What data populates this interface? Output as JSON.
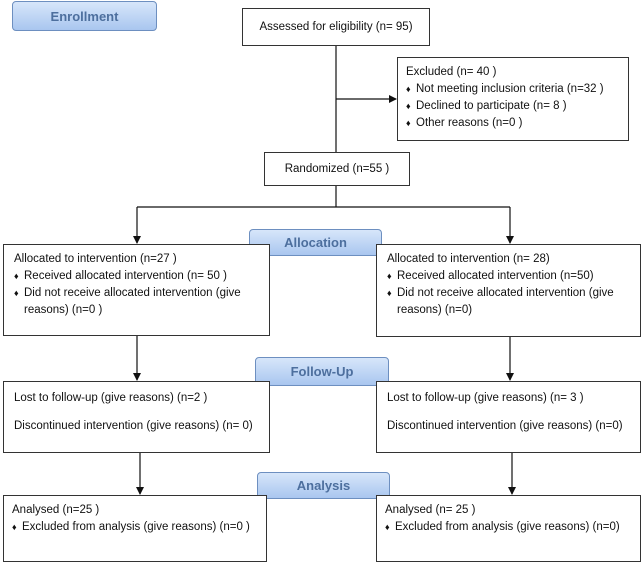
{
  "stages": {
    "enrollment": "Enrollment",
    "allocation": "Allocation",
    "followup": "Follow-Up",
    "analysis": "Analysis"
  },
  "assessed": "Assessed for eligibility (n= 95)",
  "excluded": {
    "title": "Excluded  (n= 40  )",
    "items": [
      "Not meeting inclusion criteria (n=32  )",
      "Declined to participate (n= 8 )",
      "Other reasons (n=0  )"
    ]
  },
  "randomized": "Randomized (n=55 )",
  "left": {
    "allocation": {
      "title": "Allocated to intervention (n=27  )",
      "items": [
        "Received allocated intervention (n= 50 )",
        "Did not receive allocated intervention (give reasons) (n=0  )"
      ]
    },
    "followup": {
      "lost": "Lost to follow-up (give reasons) (n=2  )",
      "discontinued": "Discontinued intervention (give reasons) (n= 0)"
    },
    "analysis": {
      "title": "Analysed  (n=25  )",
      "items": [
        "Excluded from analysis (give reasons) (n=0 )"
      ]
    }
  },
  "right": {
    "allocation": {
      "title": "Allocated to intervention (n=  28)",
      "items": [
        "Received allocated intervention (n=50)",
        "Did not receive allocated intervention (give reasons) (n=0)"
      ]
    },
    "followup": {
      "lost": "Lost to follow-up (give reasons) (n= 3 )",
      "discontinued": "Discontinued intervention (give reasons) (n=0)"
    },
    "analysis": {
      "title": "Analysed  (n= 25 )",
      "items": [
        "Excluded from analysis (give reasons) (n=0)"
      ]
    }
  }
}
